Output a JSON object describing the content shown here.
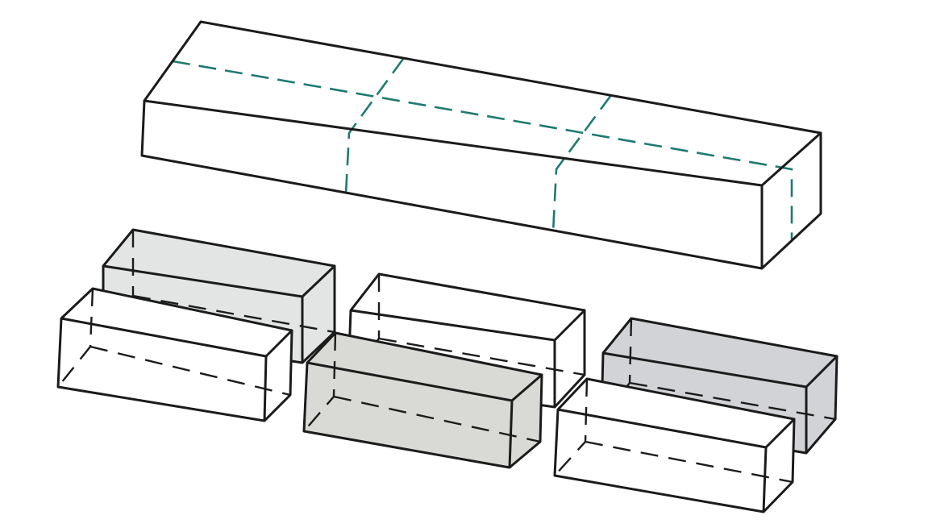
{
  "diagram": {
    "colors": {
      "outline": "#1b1b1b",
      "cut_line": "#1f7a70",
      "background": "#ffffff",
      "fill_white": "#ffffff",
      "fill_light_gray": "#e3e5e5",
      "fill_warm_gray": "#d9dad6",
      "fill_mid_gray": "#d2d3d6"
    },
    "whole_block": {
      "cut_lines_across": 2,
      "cut_lines_lengthwise": 1
    },
    "pieces": [
      {
        "row": "back",
        "column": 1,
        "shade": "fill_light_gray"
      },
      {
        "row": "front",
        "column": 1,
        "shade": "fill_white"
      },
      {
        "row": "back",
        "column": 2,
        "shade": "fill_white"
      },
      {
        "row": "front",
        "column": 2,
        "shade": "fill_warm_gray"
      },
      {
        "row": "back",
        "column": 3,
        "shade": "fill_mid_gray"
      },
      {
        "row": "front",
        "column": 3,
        "shade": "fill_white"
      }
    ]
  }
}
